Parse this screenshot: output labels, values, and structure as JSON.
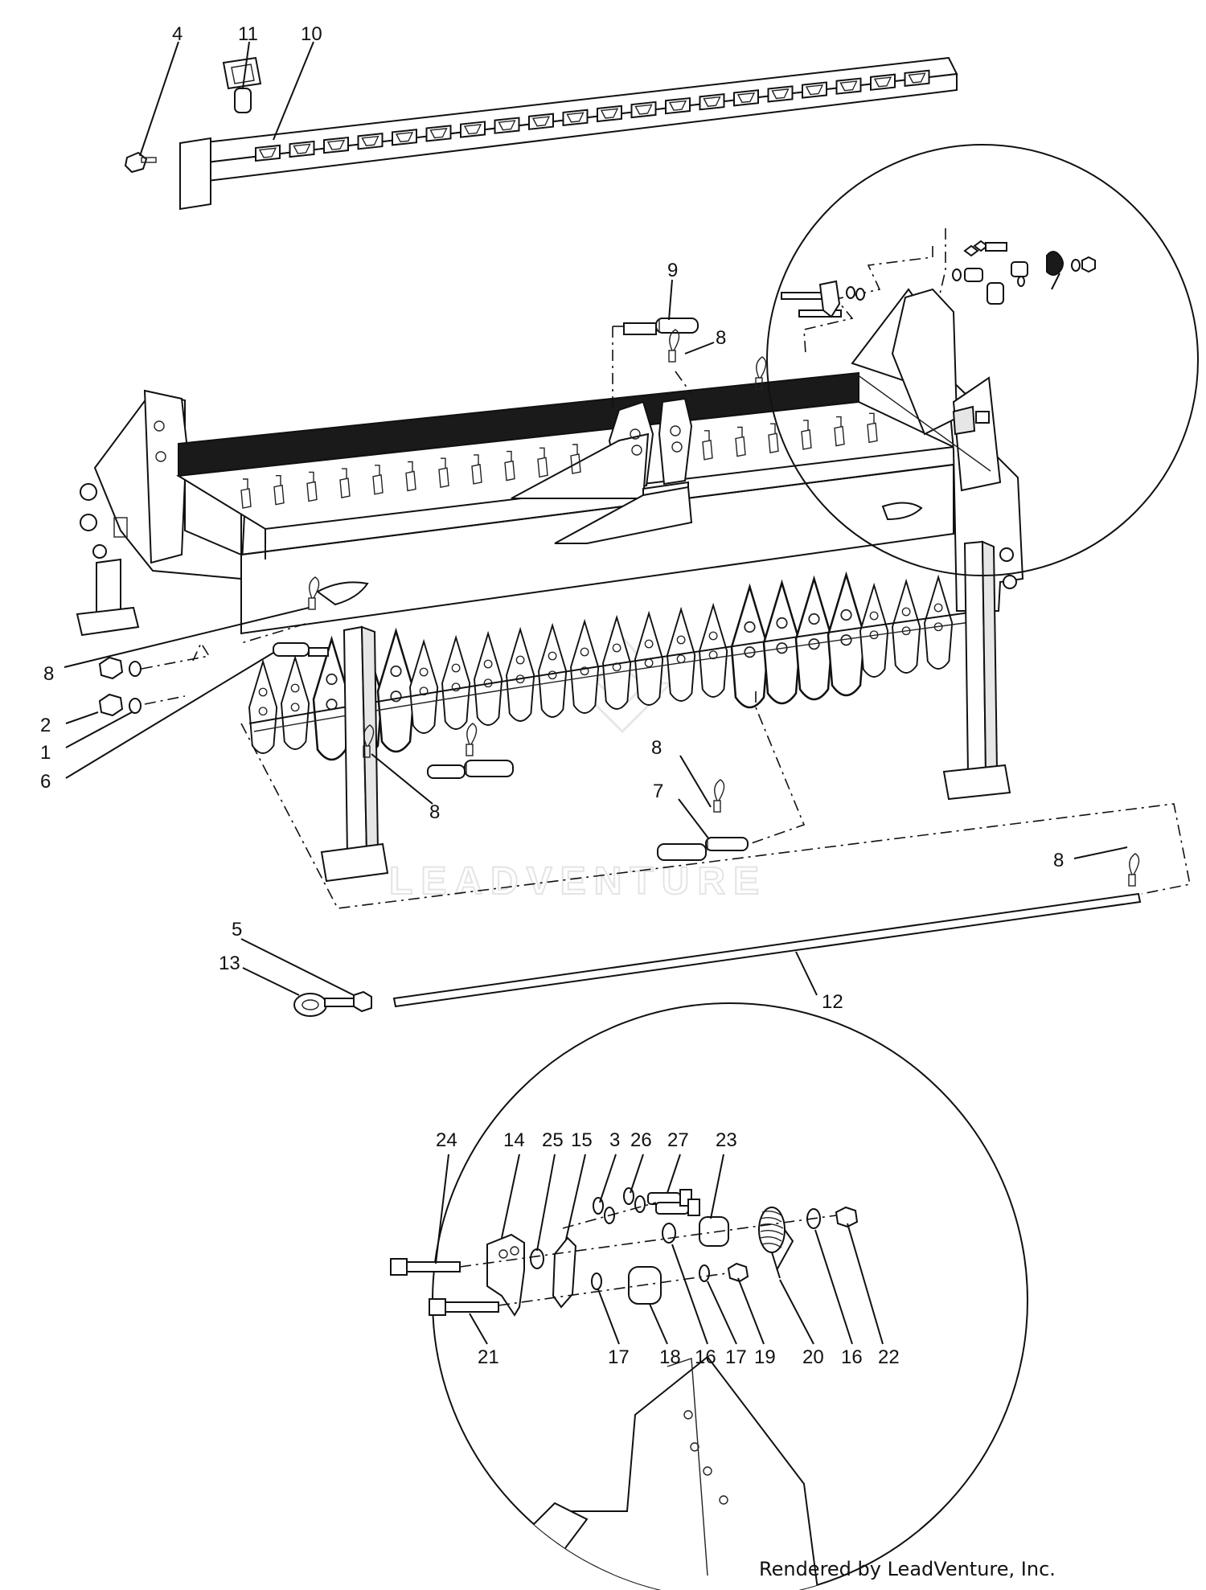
{
  "watermark": "LEADVENTURE",
  "credit": "Rendered by LeadVenture, Inc.",
  "callouts": [
    "1",
    "2",
    "3",
    "4",
    "5",
    "6",
    "7",
    "8",
    "9",
    "10",
    "11",
    "12",
    "13",
    "14",
    "15",
    "16",
    "17",
    "18",
    "19",
    "20",
    "21",
    "22",
    "23",
    "24",
    "25",
    "26",
    "27"
  ]
}
